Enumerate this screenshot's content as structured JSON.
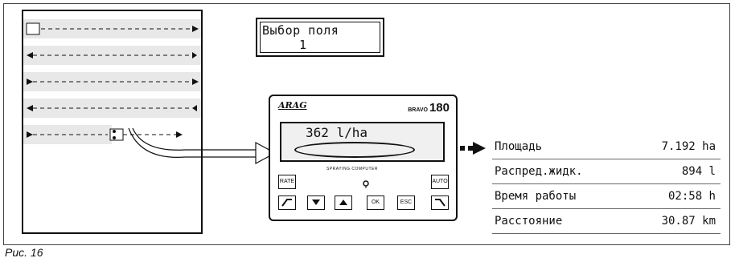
{
  "field_select": {
    "title": "Выбор поля",
    "value": "1"
  },
  "device": {
    "brand": "ARAG",
    "model_prefix": "BRAVO",
    "model_number": "180",
    "display_value": "362 l/ha",
    "label": "SPRAYING COMPUTER",
    "buttons": {
      "rate": "RATE",
      "auto": "AUTO",
      "ok": "OK",
      "esc": "ESC"
    }
  },
  "readouts": [
    {
      "label": "Площадь",
      "value": "7.192 ha"
    },
    {
      "label": "Распред.жидк.",
      "value": "894 l"
    },
    {
      "label": "Время работы",
      "value": "02:58 h"
    },
    {
      "label": "Расстояние",
      "value": "30.87 km"
    }
  ],
  "caption": "Рис. 16"
}
